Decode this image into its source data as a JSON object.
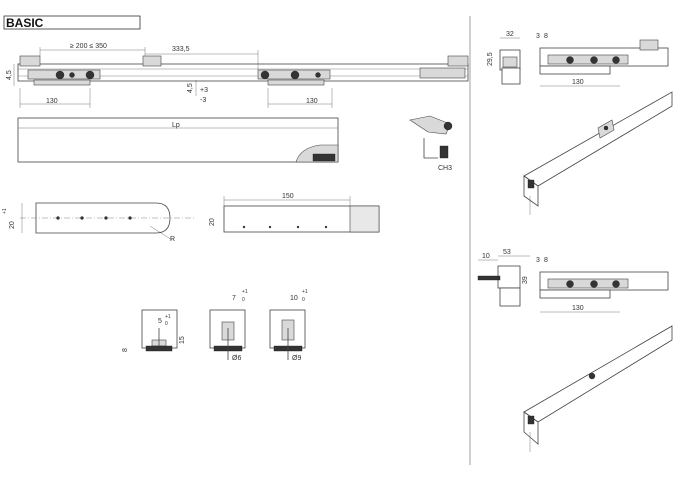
{
  "title_block": {
    "label": "BASIC"
  },
  "dims": {
    "travel_min_max": "≥ 200 ≤ 350",
    "offset_3335": "333,5",
    "height_45_left": "4,5",
    "height_45_mid": "4,5",
    "tol_plus3": "+3",
    "tol_minus3": "-3",
    "len_130_left": "130",
    "len_130_right": "130",
    "profile_length": "Lp",
    "ch3": "CH3",
    "len_150": "150",
    "h_20": "20",
    "h_20_tol": "20",
    "tol_sup_1": "+1",
    "tol_sub_0": "0",
    "r_label": "R",
    "dim_5": "5",
    "dim_7": "7",
    "dim_10": "10",
    "dim_8": "8",
    "dim_15": "15",
    "dia_6": "Ø6",
    "dia_9": "Ø9",
    "tr_32": "32",
    "tr_38_a": "3",
    "tr_38_b": "8",
    "tr_295": "29,5",
    "tr_130": "130",
    "br_10": "10",
    "br_53": "53",
    "br_38_a": "3",
    "br_38_b": "8",
    "br_39": "39",
    "br_130": "130"
  }
}
